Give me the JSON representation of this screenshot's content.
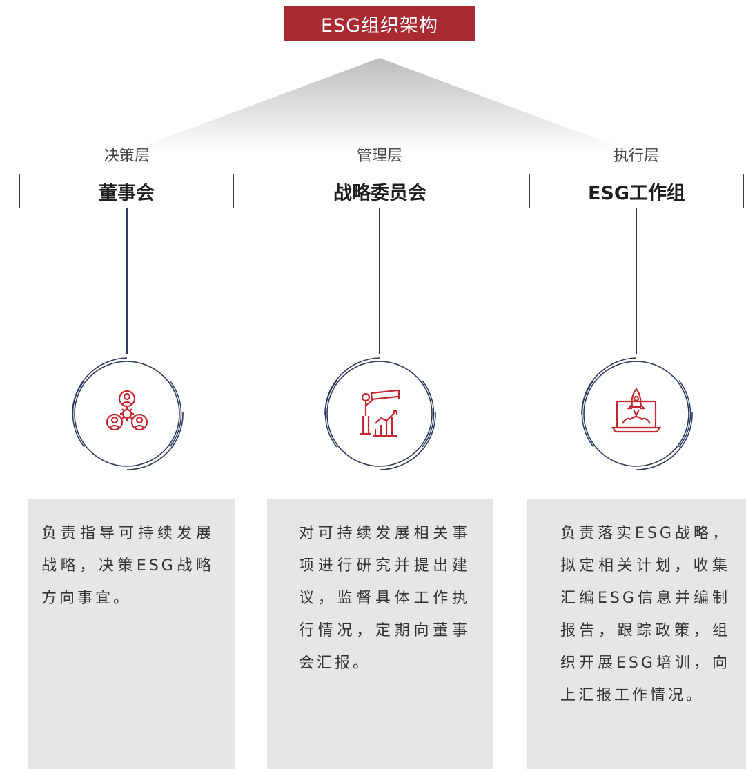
{
  "title": "ESG组织架构",
  "colors": {
    "title_bg": "#a92a30",
    "accent_icon": "#c8262e",
    "line": "#2e3a60",
    "panel_bg": "#e6e6e9"
  },
  "columns": [
    {
      "layer": "决策层",
      "body": "董事会",
      "icon": "people-gear-icon",
      "description": "负责指导可持续发展战略，决策ESG战略方向事宜。"
    },
    {
      "layer": "管理层",
      "body": "战略委员会",
      "icon": "telescope-growth-icon",
      "description": "对可持续发展相关事项进行研究并提出建议，监督具体工作执行情况，定期向董事会汇报。"
    },
    {
      "layer": "执行层",
      "body": "ESG工作组",
      "icon": "laptop-rocket-icon",
      "description": "负责落实ESG战略，拟定相关计划，收集汇编ESG信息并编制报告，跟踪政策，组织开展ESG培训，向上汇报工作情况。"
    }
  ]
}
